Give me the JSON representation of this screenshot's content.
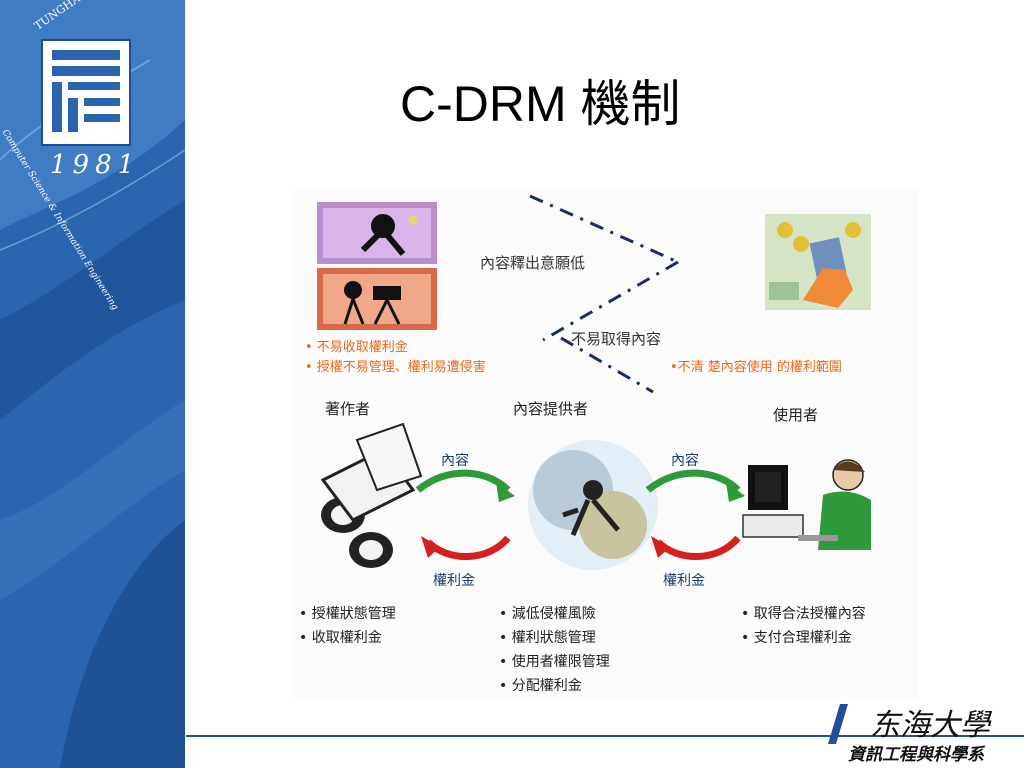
{
  "title": "C-DRM 機制",
  "sidebar": {
    "emblem_ring_text": "TUNGHAI UNIVERSITY",
    "emblem_year": "1981",
    "emblem_dept": "Computer Science & Information Engineering"
  },
  "diagram": {
    "top_arrow_label": "內容釋出意願低",
    "bottom_arrow_label": "不易取得內容",
    "author_notes": [
      "• 不易收取權利金",
      "• 授權不易管理、權利易遭侵害"
    ],
    "user_note": "•不清 楚內容使用 的權利範圍",
    "roles": {
      "author": "著作者",
      "provider": "內容提供者",
      "user": "使用者"
    },
    "flow_labels": {
      "content_left": "內容",
      "content_right": "內容",
      "royalty_left": "權利金",
      "royalty_right": "權利金"
    },
    "author_bullets": [
      "授權狀態管理",
      "收取權利金"
    ],
    "provider_bullets": [
      "減低侵權風險",
      "權利狀態管理",
      "使用者權限管理",
      "分配權利金"
    ],
    "user_bullets": [
      "取得合法授權內容",
      "支付合理權利金"
    ]
  },
  "footer": {
    "logo_main": "东海大學",
    "logo_sub": "資訊工程與科學系"
  },
  "colors": {
    "sidebar_blue": "#2a66b0",
    "footer_line": "#1f4e9a",
    "green_arrow": "#2e9a3a",
    "red_arrow": "#d42020",
    "note_orange": "#e76a1a"
  }
}
